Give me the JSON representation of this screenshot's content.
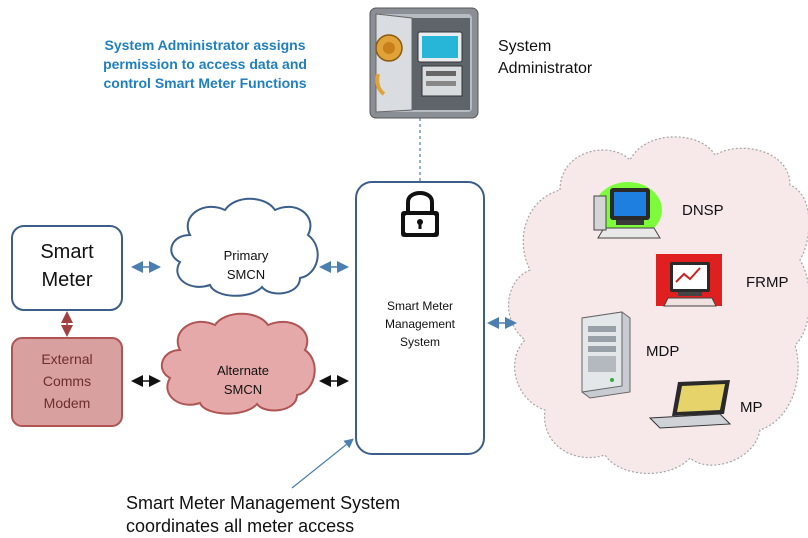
{
  "admin_note": [
    "System Administrator assigns",
    "permission to access data and",
    "control Smart Meter Functions"
  ],
  "admin_label": [
    "System",
    "Administrator"
  ],
  "smart_meter": [
    "Smart",
    "Meter"
  ],
  "external_modem": [
    "External",
    "Comms",
    "Modem"
  ],
  "primary_cloud": [
    "Primary",
    "SMCN"
  ],
  "alternate_cloud": [
    "Alternate",
    "SMCN"
  ],
  "smms": [
    "Smart Meter",
    "Management",
    "System"
  ],
  "participants": [
    "DNSP",
    "FRMP",
    "MDP",
    "MP"
  ],
  "bottom_note": [
    "Smart Meter Management System",
    "coordinates all meter access"
  ],
  "colors": {
    "box_border": "#3b5f8a",
    "modem_fill": "#d9a0a0",
    "modem_border": "#b05454",
    "primary_cloud_fill": "#ffffff",
    "alternate_cloud_fill": "#e6a9a9",
    "participant_cloud_fill": "#f7e9ea",
    "blue_text": "#1f7fc0"
  }
}
